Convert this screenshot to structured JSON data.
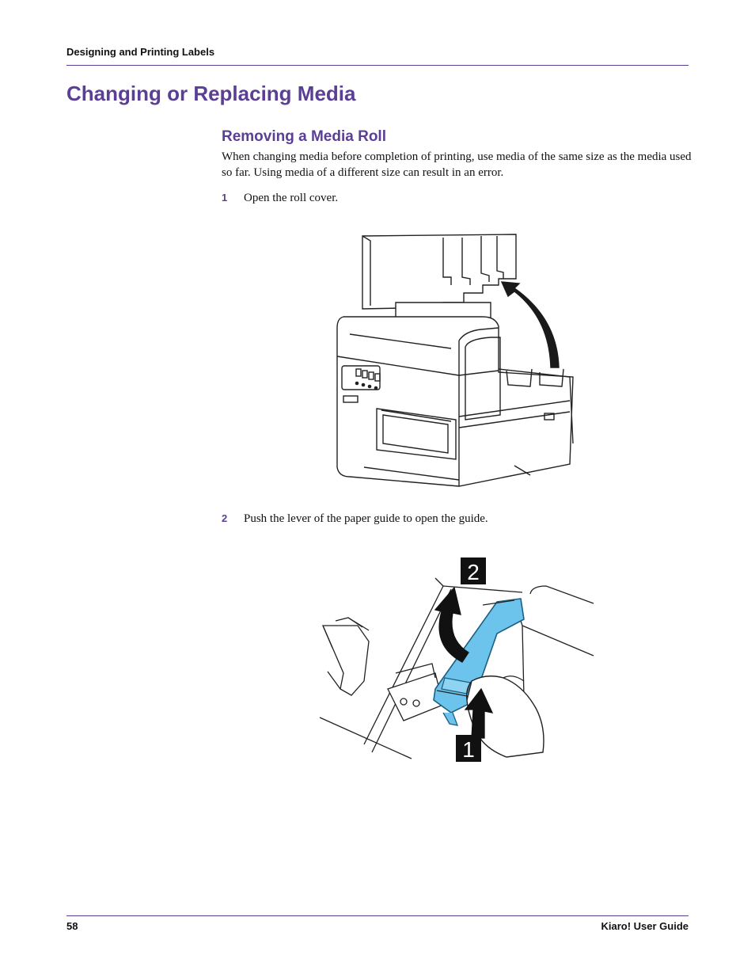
{
  "header": {
    "running_head": "Designing and Printing Labels"
  },
  "page_title": "Changing or Replacing Media",
  "section": {
    "title": "Removing a Media Roll",
    "intro": "When changing media before completion of printing, use media of the same size as the media used so far. Using media of a different size can result in an error."
  },
  "steps": [
    {
      "number": "1",
      "text": "Open the roll cover."
    },
    {
      "number": "2",
      "text": "Push the lever of the paper guide to open the guide."
    }
  ],
  "figure2": {
    "callout_1": "1",
    "callout_2": "2"
  },
  "footer": {
    "page_number": "58",
    "guide_title": "Kiaro! User Guide"
  },
  "colors": {
    "accent": "#5b3f95",
    "guide_blue": "#6cc4ec"
  }
}
